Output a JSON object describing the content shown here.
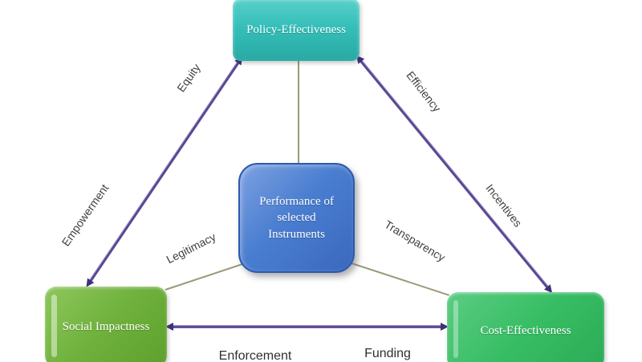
{
  "diagram": {
    "title": "Performance of selected instruments triangle",
    "nodes": {
      "policy": "Policy-Effectiveness",
      "performance": "Performance of selected Instruments",
      "social": "Social Impactness",
      "cost": "Cost-Effectiveness"
    },
    "edge_labels": {
      "equity": "Equity",
      "efficiency": "Efficiency",
      "empowerment": "Empowerment",
      "incentives": "Incentives",
      "legitimacy": "Legitimacy",
      "transparency": "Transparency",
      "enforcement": "Enforcement",
      "funding": "Funding"
    },
    "colors": {
      "policy_box": "#35bfb9",
      "performance_box": "#4a7ed0",
      "social_box": "#6fb13c",
      "cost_box": "#37bd64",
      "arrow_purple": "#5c3f93",
      "arrowhead_dark": "#41307a",
      "connector_olive": "#9a9a7c",
      "node_text": "#ffffff",
      "edge_label_text": "#3f3f3f"
    }
  }
}
